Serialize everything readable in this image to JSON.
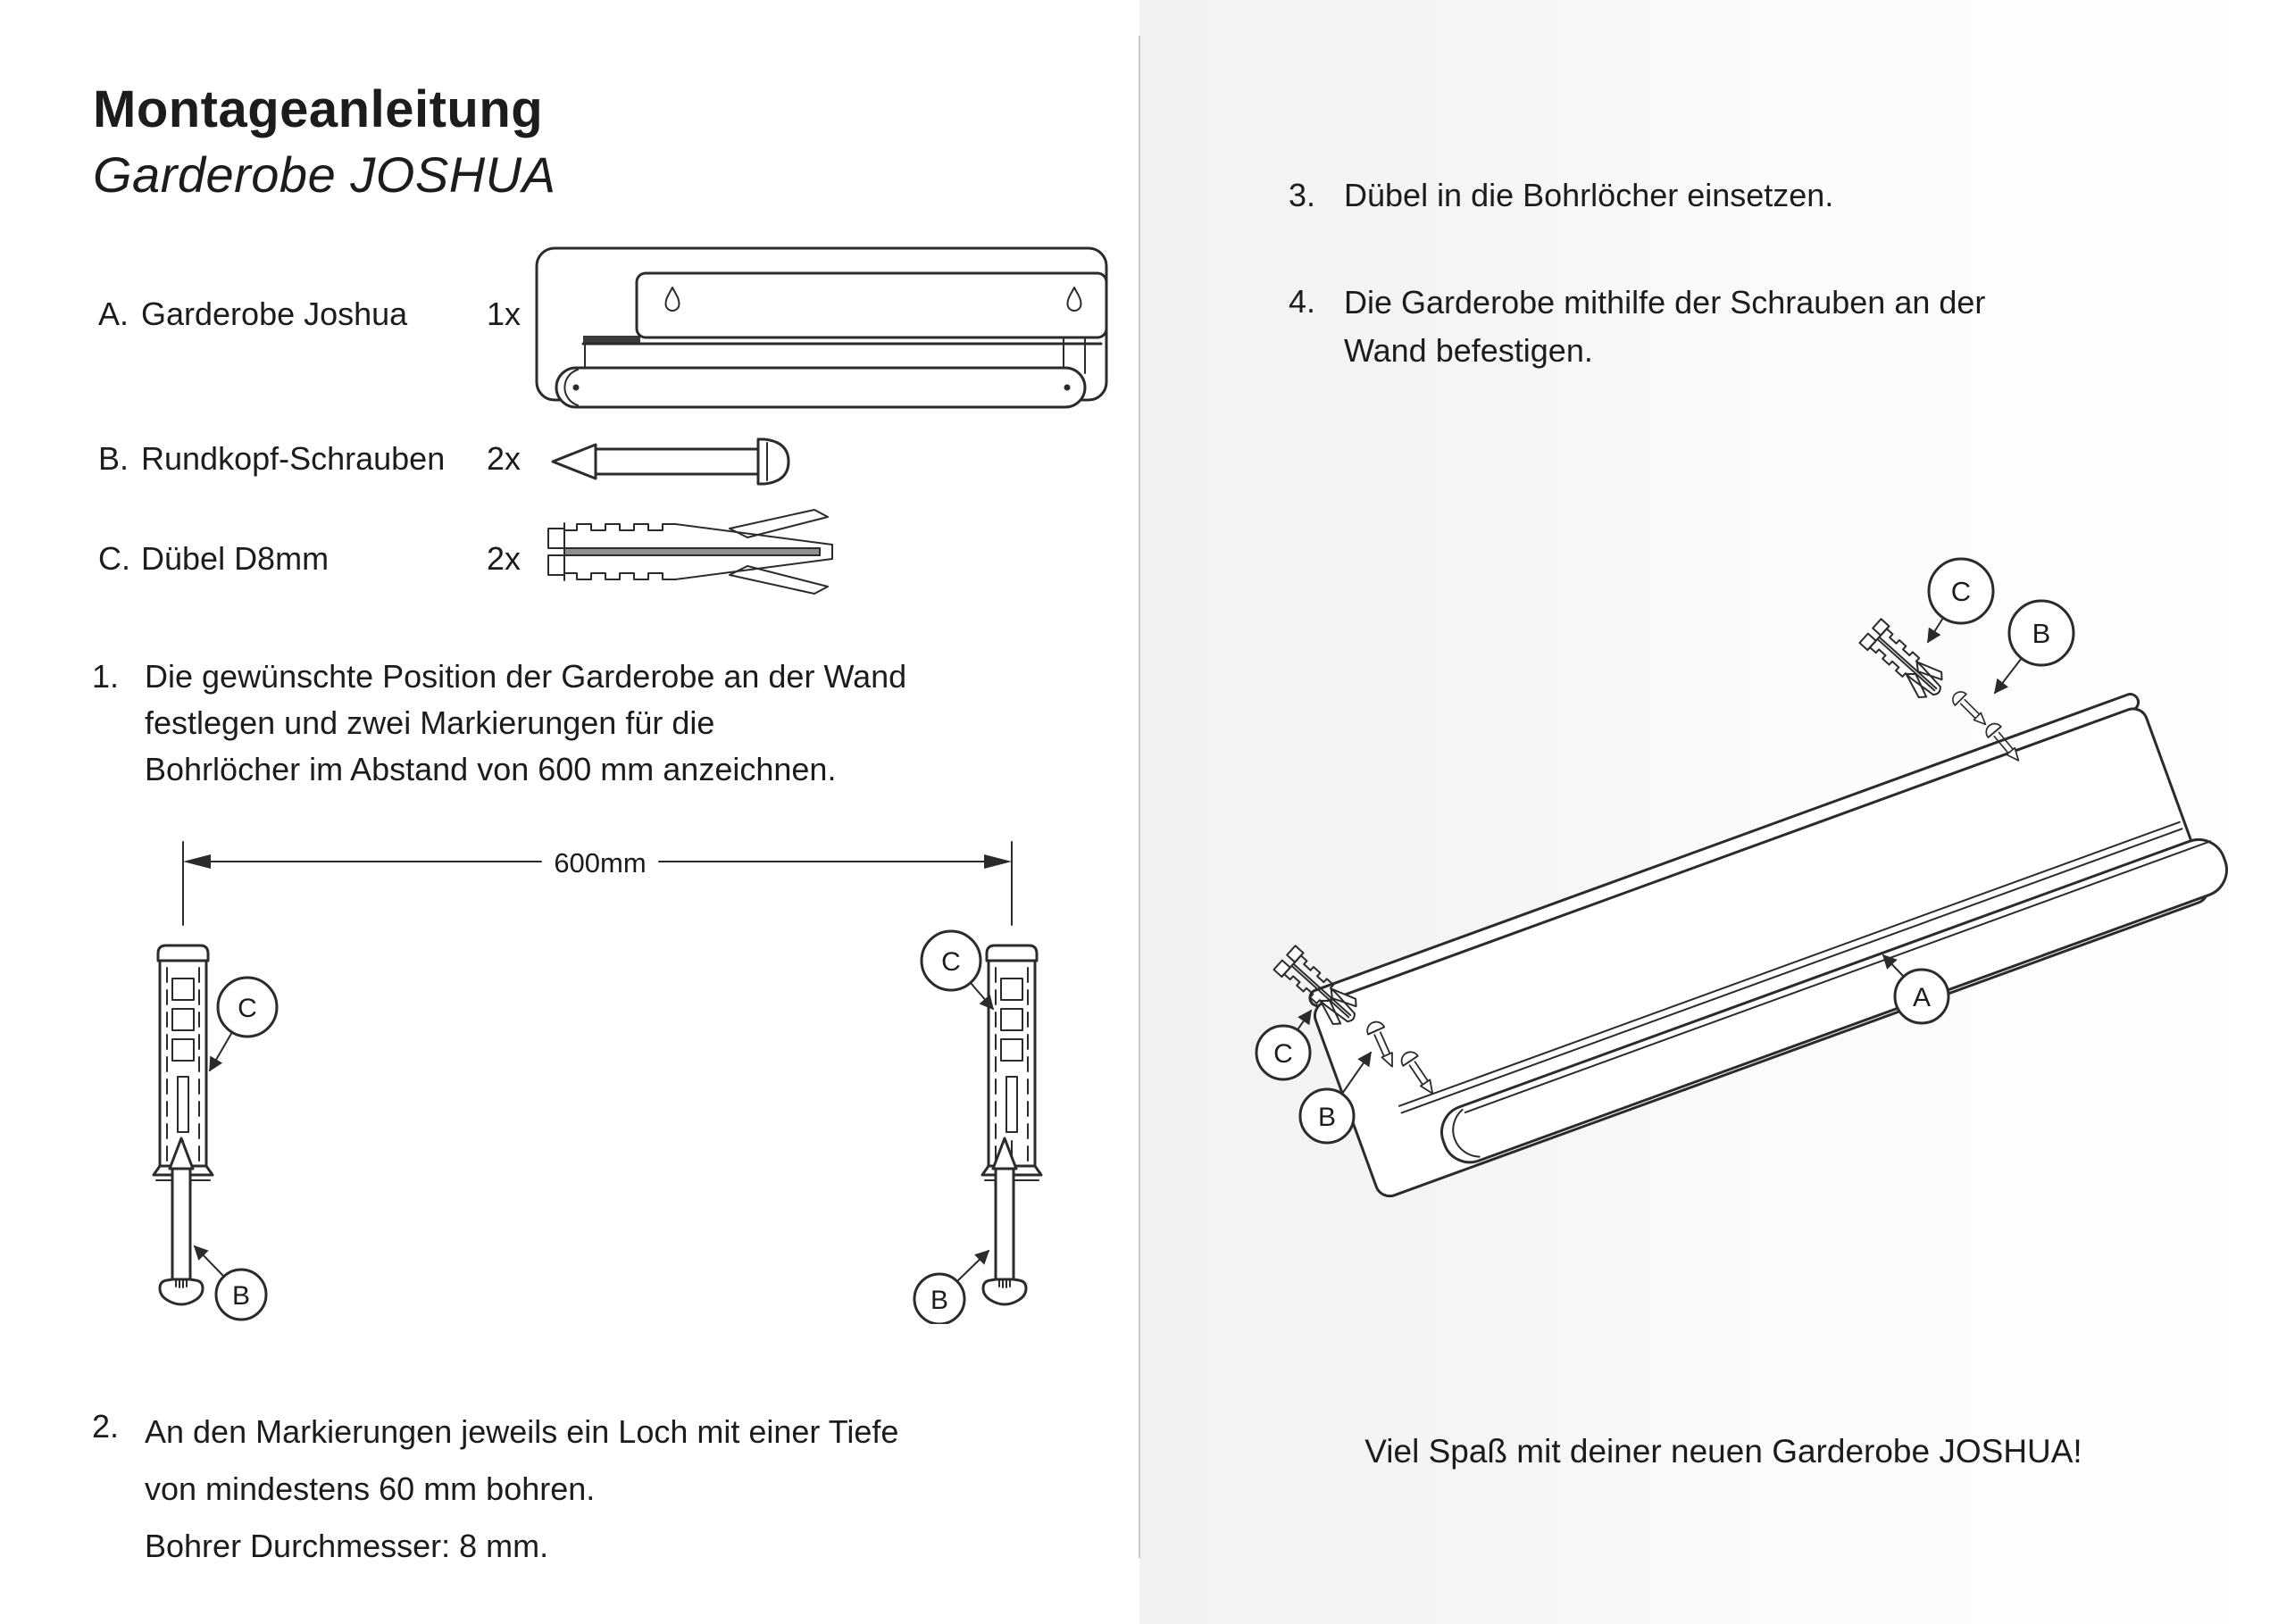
{
  "page": {
    "title": "Montageanleitung",
    "subtitle": "Garderobe JOSHUA"
  },
  "parts_list": [
    {
      "letter": "A.",
      "name": "Garderobe Joshua",
      "qty": "1x"
    },
    {
      "letter": "B.",
      "name": "Rundkopf-Schrauben",
      "qty": "2x"
    },
    {
      "letter": "C.",
      "name": "Dübel D8mm",
      "qty": "2x"
    }
  ],
  "steps": [
    {
      "num": "1.",
      "lines": [
        "Die gewünschte Position der Garderobe an der Wand",
        "festlegen und zwei Markierungen für die",
        "Bohrlöcher im Abstand von 600 mm anzeichnen."
      ]
    },
    {
      "num": "2.",
      "lines": [
        "An den Markierungen jeweils ein Loch mit einer Tiefe",
        "von mindestens 60 mm bohren.",
        "Bohrer Durchmesser: 8 mm."
      ]
    },
    {
      "num": "3.",
      "lines": [
        "Dübel in die Bohrlöcher einsetzen."
      ]
    },
    {
      "num": "4.",
      "lines": [
        "Die Garderobe mithilfe der Schrauben an der",
        "Wand befestigen."
      ]
    }
  ],
  "diagram": {
    "dimension_label": "600mm"
  },
  "callouts": {
    "a": "A",
    "b": "B",
    "c": "C"
  },
  "closing": "Viel Spaß mit deiner neuen Garderobe JOSHUA!",
  "colors": {
    "ink": "#1c1c1c",
    "line": "#2b2b2b",
    "divider": "#c9c9c9"
  }
}
